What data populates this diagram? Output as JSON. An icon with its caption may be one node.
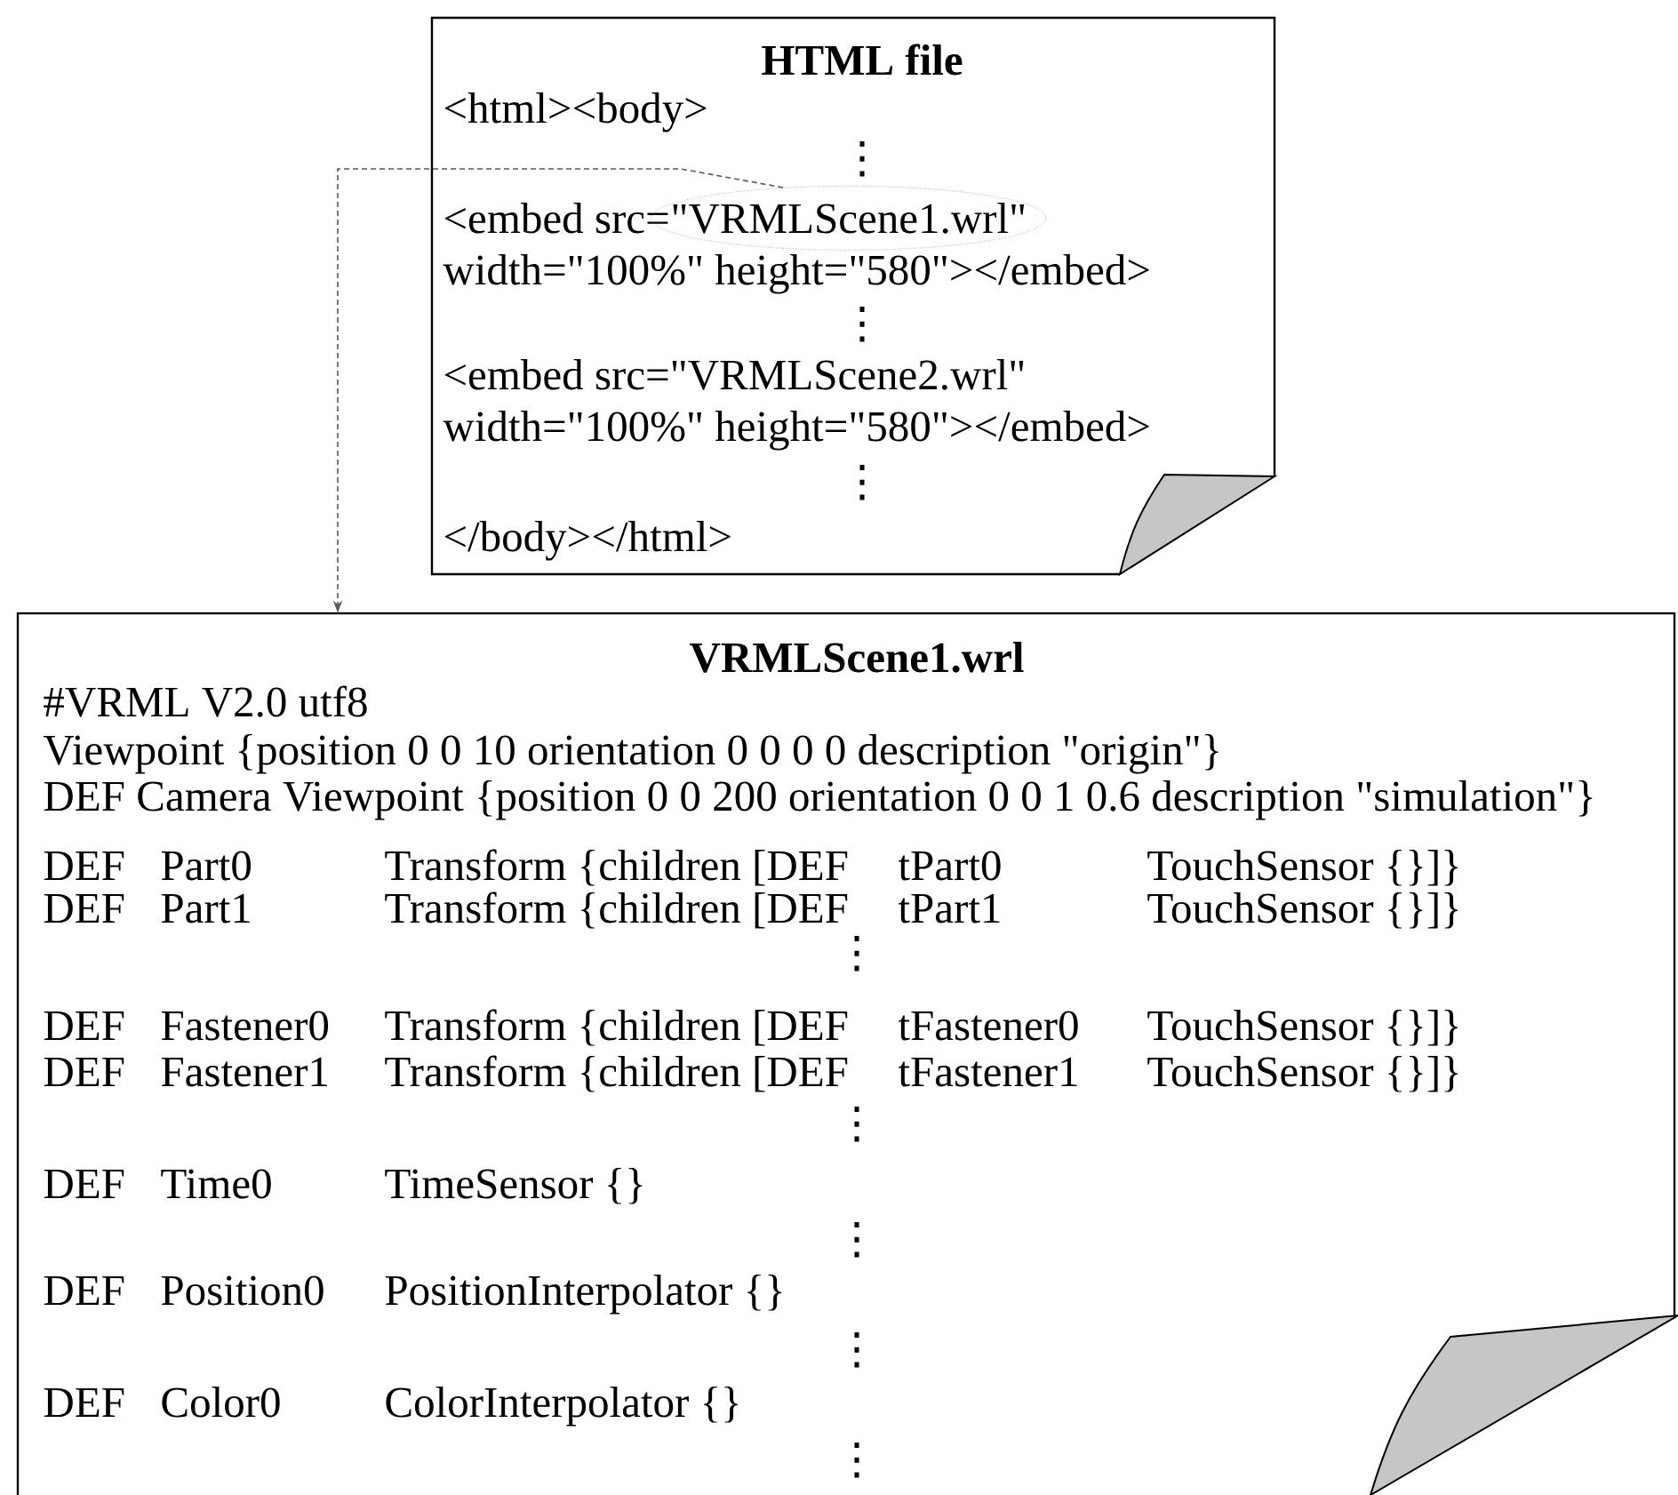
{
  "diagram": {
    "nodes": [
      {
        "text": [
          "HTML file",
          "<html><body>",
          "⋮",
          "<embed src=",
          "width=\"100%\" height=\"580\"></embed>",
          "⋮",
          "<embed src=\"VRMLScene2.wrl\"",
          "width=\"100%\" height=\"580\"></embed>",
          "⋮",
          "</body></html>"
        ]
      },
      {
        "text": [
          "\"VRMLScene1.wrl\""
        ],
        "in": 0
      },
      {
        "text": [
          "VRMLScene1.wrl",
          "#VRML V2.0 utf8",
          "Viewpoint {position 0 0 10 orientation 0 0 0 0  description \"origin\"}",
          "DEF Camera Viewpoint {position 0 0 200 orientation 0 0 1 0.6 description \"simulation\"}",
          "DEF",
          "Part0",
          "Transform {children [DEF",
          "tPart0",
          "TouchSensor {}]}",
          "DEF",
          "Part1",
          "Transform {children [DEF",
          "tPart1",
          "TouchSensor {}]}",
          "⋮",
          "DEF",
          "Fastener0",
          "Transform {children [DEF",
          "tFastener0",
          "TouchSensor {}]}",
          "DEF",
          "Fastener1",
          "Transform {children [DEF",
          "tFastener1",
          "TouchSensor {}]}",
          "⋮",
          "DEF",
          "Time0",
          "TimeSensor {}",
          "⋮",
          "DEF",
          "Position0",
          "PositionInterpolator {}",
          "⋮",
          "DEF",
          "Color0",
          "ColorInterpolator {}",
          "⋮"
        ]
      }
    ],
    "edges": [
      {
        "from": 1,
        "to": 2,
        "arrow": "to",
        "style": "dashed"
      }
    ]
  }
}
